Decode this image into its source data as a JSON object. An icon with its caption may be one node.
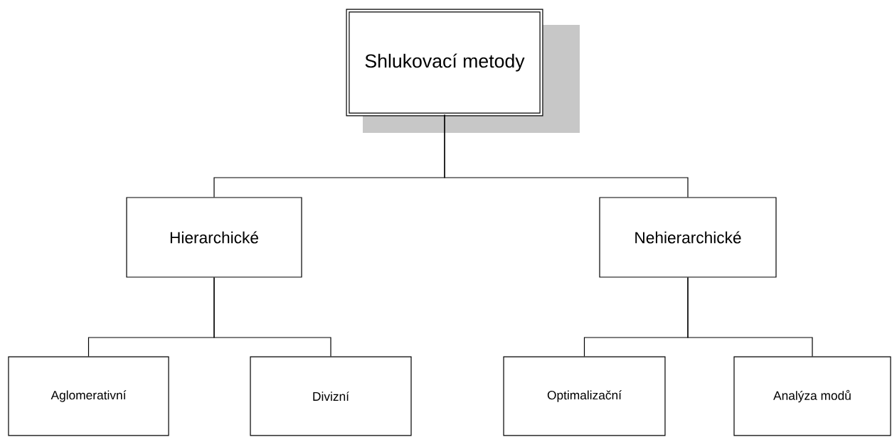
{
  "diagram": {
    "nodes": [
      {
        "text": [
          "Shlukovací metody"
        ]
      },
      {
        "text": [
          "Hierarchické"
        ]
      },
      {
        "text": [
          "Nehierarchické"
        ]
      },
      {
        "text": [
          "Aglomerativní"
        ]
      },
      {
        "text": [
          "Divizní"
        ]
      },
      {
        "text": [
          "Optimalizační"
        ]
      },
      {
        "text": [
          "Analýza modů"
        ]
      }
    ],
    "edges": [
      {
        "from": 0,
        "to": 1,
        "arrow": "none"
      },
      {
        "from": 0,
        "to": 2,
        "arrow": "none"
      },
      {
        "from": 1,
        "to": 3,
        "arrow": "none"
      },
      {
        "from": 1,
        "to": 4,
        "arrow": "none"
      },
      {
        "from": 2,
        "to": 5,
        "arrow": "none"
      },
      {
        "from": 2,
        "to": 6,
        "arrow": "none"
      }
    ]
  }
}
